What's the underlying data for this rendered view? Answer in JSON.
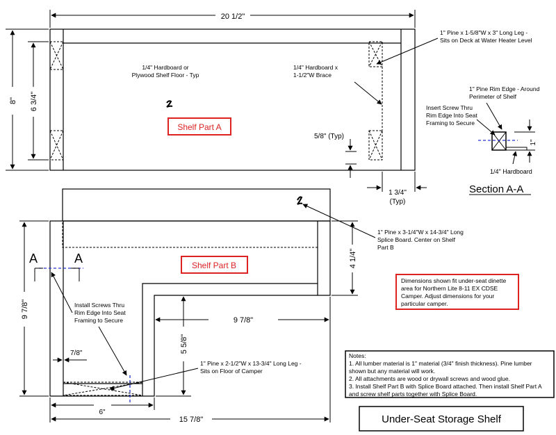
{
  "partA": {
    "overall_width": "20 1/2\"",
    "overall_height": "8\"",
    "inner_height": "6 3/4\"",
    "shelf_floor_note": [
      "1/4\" Hardboard or",
      "Plywood Shelf Floor - Typ"
    ],
    "brace_note": [
      "1/4\" Hardboard x",
      "1-1/2\"W Brace"
    ],
    "leg_note": [
      "1\" Pine x 1-5/8\"W x 3\" Long Leg -",
      "Sits on Deck at Water Heater Level"
    ],
    "label": "Shelf Part A",
    "typ_dim": "5/8\" (Typ)",
    "rim_dim": [
      "1 3/4\"",
      "(Typ)"
    ]
  },
  "section": {
    "rim_note": [
      "1\" Pine Rim Edge - Around",
      "Perimeter of Shelf"
    ],
    "screw_note": [
      "Insert Screw Thru",
      "Rim Edge Into Seat",
      "Framing to Secure"
    ],
    "dim": "1\"",
    "hardboard": "1/4\" Hardboard",
    "title": "Section A-A"
  },
  "partB": {
    "label": "Shelf Part B",
    "splice_note": [
      "1\" Pine x 3-1/4\"W x 14-3/4\" Long",
      "Splice Board.  Center on Shelf",
      "Part B"
    ],
    "section_marker": "A",
    "screw_note": [
      "Install Screws Thru",
      "Rim Edge Into Seat",
      "Framing to Secure"
    ],
    "leg_note": [
      "1\" Pine x 2-1/2\"W x 13-3/4\" Long Leg -",
      "Sits on Floor of Camper"
    ],
    "dim_height": "9 7/8\"",
    "dim_upper": "4 1/4\"",
    "dim_inner_width": "9 7/8\"",
    "dim_leg_height": "5 5/8\"",
    "dim_rim": "7/8\"",
    "dim_leg_width": "6\"",
    "dim_overall_width": "15 7/8\""
  },
  "info_box": [
    "Dimensions shown fit under-seat dinette",
    "area for Northern Lite 8-11 EX CDSE",
    "Camper.  Adjust dimensions for your",
    "particular camper."
  ],
  "notes": {
    "heading": "Notes:",
    "lines": [
      "1.  All lumber material is 1\" material (3/4\" finish thickness).  Pine lumber",
      "shown but any material will work.",
      "2.  All attachments are wood or drywall screws and wood glue.",
      "3.  Install Shelf Part B with Splice Board attached.  Then install Shelf Part A",
      "and screw shelf parts together with Splice Board."
    ]
  },
  "title": "Under-Seat Storage Shelf",
  "colors": {
    "label_box": "#dd2222",
    "label_text": "#dd2222",
    "section_line": "#2233cc"
  }
}
